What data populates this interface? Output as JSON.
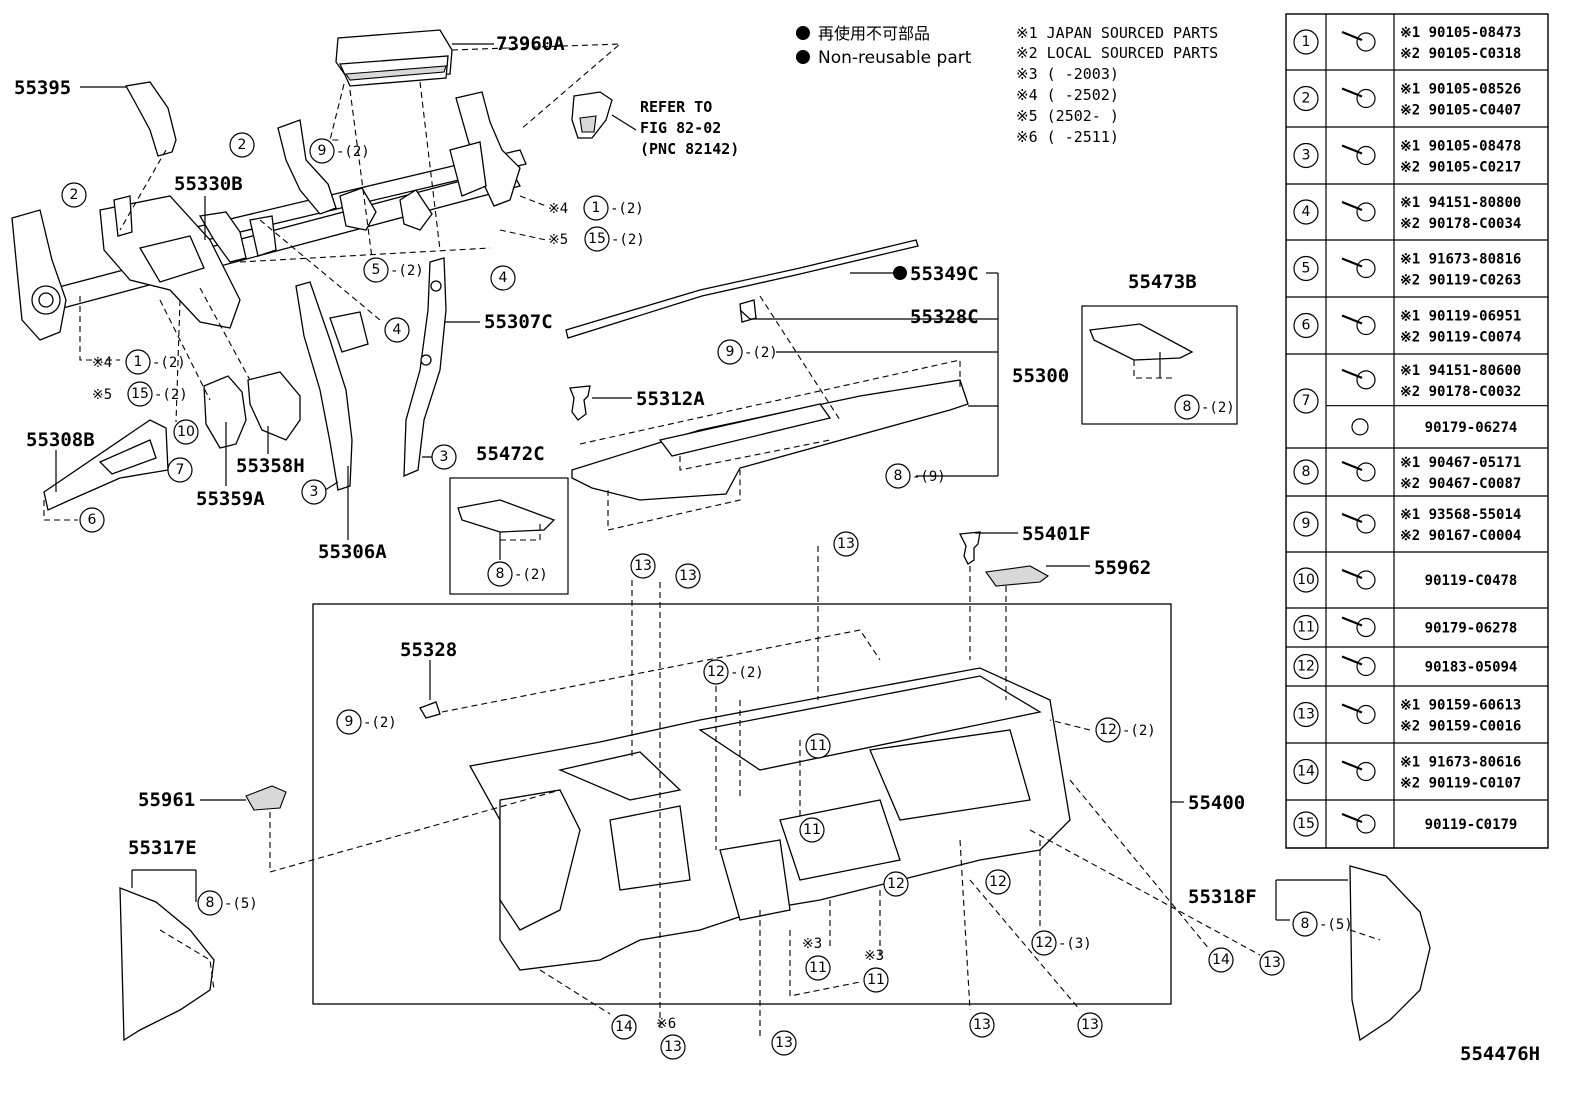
{
  "diagram_id": "554476H",
  "legend": {
    "jp": "再使用不可部品",
    "en": "Non-reusable part"
  },
  "notes": [
    "※1 JAPAN SOURCED PARTS",
    "※2 LOCAL SOURCED PARTS",
    "※3 (    -2003)",
    "※4 (    -2502)",
    "※5 (2502-    )",
    "※6 (    -2511)"
  ],
  "refer": [
    "REFER TO",
    "FIG 82-02",
    "(PNC 82142)"
  ],
  "parts": {
    "p73960A": "73960A",
    "p55395": "55395",
    "p55330B": "55330B",
    "p55349C": "55349C",
    "p55328C": "55328C",
    "p55300": "55300",
    "p55473B": "55473B",
    "p55312A": "55312A",
    "p55307C": "55307C",
    "p55308B": "55308B",
    "p55358H": "55358H",
    "p55359A": "55359A",
    "p55306A": "55306A",
    "p55472C": "55472C",
    "p55401F": "55401F",
    "p55962": "55962",
    "p55328": "55328",
    "p55961": "55961",
    "p55317E": "55317E",
    "p55400": "55400",
    "p55318F": "55318F"
  },
  "callouts": {
    "q2": "-(2)",
    "q3": "-(3)",
    "q5": "-(5)",
    "q9": "-(9)",
    "m3": "※3",
    "m4": "※4",
    "m5": "※5",
    "m6": "※6"
  },
  "fastener_table": [
    {
      "num": "1",
      "lines": [
        "※1 90105-08473",
        "※2 90105-C0318"
      ]
    },
    {
      "num": "2",
      "lines": [
        "※1 90105-08526",
        "※2 90105-C0407"
      ]
    },
    {
      "num": "3",
      "lines": [
        "※1 90105-08478",
        "※2 90105-C0217"
      ]
    },
    {
      "num": "4",
      "lines": [
        "※1 94151-80800",
        "※2 90178-C0034"
      ]
    },
    {
      "num": "5",
      "lines": [
        "※1 91673-80816",
        "※2 90119-C0263"
      ]
    },
    {
      "num": "6",
      "lines": [
        "※1 90119-06951",
        "※2 90119-C0074"
      ]
    },
    {
      "num": "7",
      "lines": [
        "※1 94151-80600",
        "※2 90178-C0032"
      ],
      "extra": "90179-06274"
    },
    {
      "num": "8",
      "lines": [
        "※1 90467-05171",
        "※2 90467-C0087"
      ]
    },
    {
      "num": "9",
      "lines": [
        "※1 93568-55014",
        "※2 90167-C0004"
      ]
    },
    {
      "num": "10",
      "lines": [
        "90119-C0478"
      ]
    },
    {
      "num": "11",
      "lines": [
        "90179-06278"
      ]
    },
    {
      "num": "12",
      "lines": [
        "90183-05094"
      ]
    },
    {
      "num": "13",
      "lines": [
        "※1 90159-60613",
        "※2 90159-C0016"
      ]
    },
    {
      "num": "14",
      "lines": [
        "※1 91673-80616",
        "※2 90119-C0107"
      ]
    },
    {
      "num": "15",
      "lines": [
        "90119-C0179"
      ]
    }
  ]
}
